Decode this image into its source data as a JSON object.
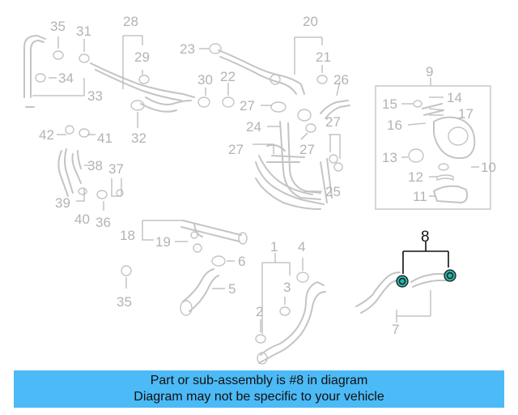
{
  "callouts": {
    "n1": "1",
    "n2": "2",
    "n3": "3",
    "n4": "4",
    "n5": "5",
    "n6": "6",
    "n7": "7",
    "n8": "8",
    "n9": "9",
    "n10": "10",
    "n11": "11",
    "n12": "12",
    "n13": "13",
    "n14": "14",
    "n15": "15",
    "n16": "16",
    "n17": "17",
    "n18": "18",
    "n19": "19",
    "n20": "20",
    "n21": "21",
    "n22": "22",
    "n23": "23",
    "n24": "24",
    "n25": "25",
    "n26": "26",
    "n27a": "27",
    "n27b": "27",
    "n27c": "27",
    "n27d": "27",
    "n28": "28",
    "n29": "29",
    "n30": "30",
    "n31": "31",
    "n32": "32",
    "n33": "33",
    "n34": "34",
    "n35a": "35",
    "n35b": "35",
    "n36": "36",
    "n37": "37",
    "n38": "38",
    "n39": "39",
    "n40": "40",
    "n41": "41",
    "n42": "42"
  },
  "highlight_part": "8",
  "colors": {
    "banner": "#4cbaf6",
    "highlight_clamp": "#2bb3a8",
    "part_line": "#c4c4c4"
  },
  "banner": {
    "line1": "Part or sub-assembly is #8 in diagram",
    "line2": "Diagram may not be specific to your vehicle"
  }
}
